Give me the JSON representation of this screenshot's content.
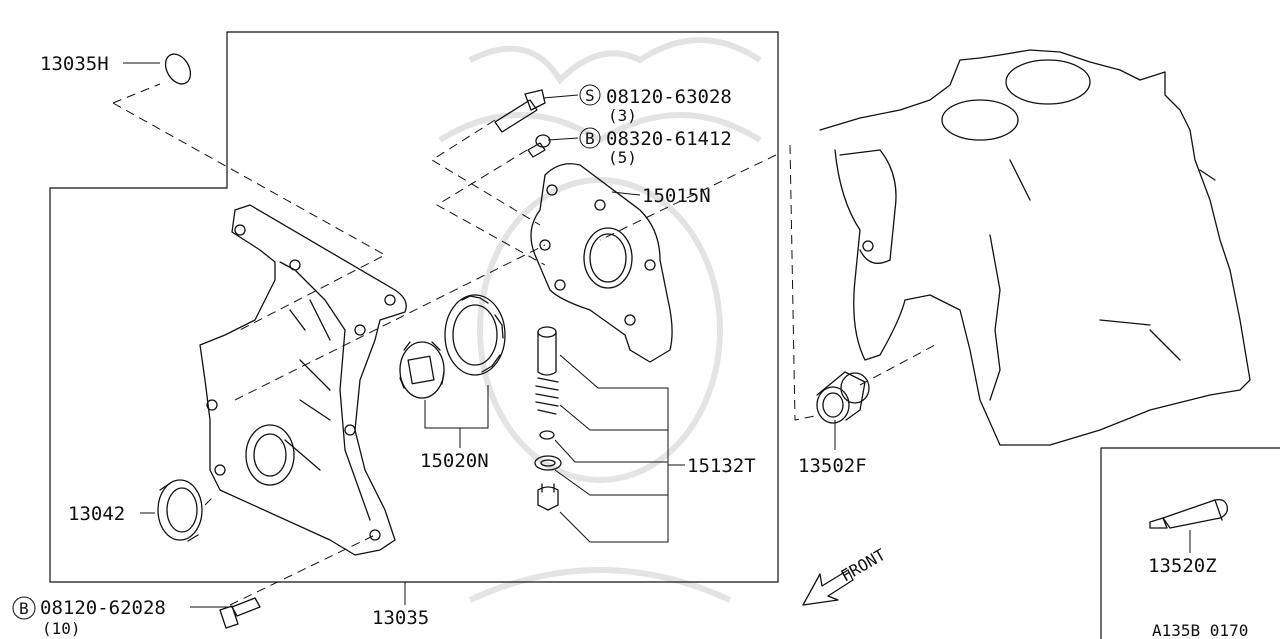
{
  "labels": {
    "p13035H": "13035H",
    "p08120_63028": "08120-63028",
    "p08120_63028_qty": "(3)",
    "p08320_61412": "08320-61412",
    "p08320_61412_qty": "(5)",
    "p15015N": "15015N",
    "p15020N": "15020N",
    "p15132T": "15132T",
    "p13502F": "13502F",
    "p13042": "13042",
    "p08120_62028": "08120-62028",
    "p08120_62028_qty": "(10)",
    "p13035": "13035",
    "p13520Z": "13520Z",
    "code": "A135B 0170",
    "front": "FRONT",
    "mark_s": "S",
    "mark_b1": "B",
    "mark_b2": "B"
  }
}
